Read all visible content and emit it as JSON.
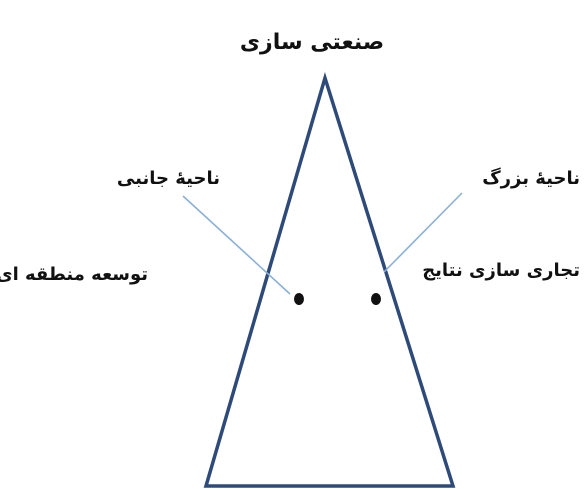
{
  "diagram": {
    "top_label": "صنعتی سازی",
    "left_upper_label": "ناحیهٔ جانبی",
    "left_lower_label": "توسعه منطقه ای",
    "right_upper_label": "ناحیهٔ بزرگ",
    "right_lower_label": "تجاری سازی نتایج"
  },
  "colors": {
    "triangle_stroke": "#2e4a78",
    "leader_line": "#8ab0d8",
    "dot": "#111111",
    "text": "#111111"
  }
}
